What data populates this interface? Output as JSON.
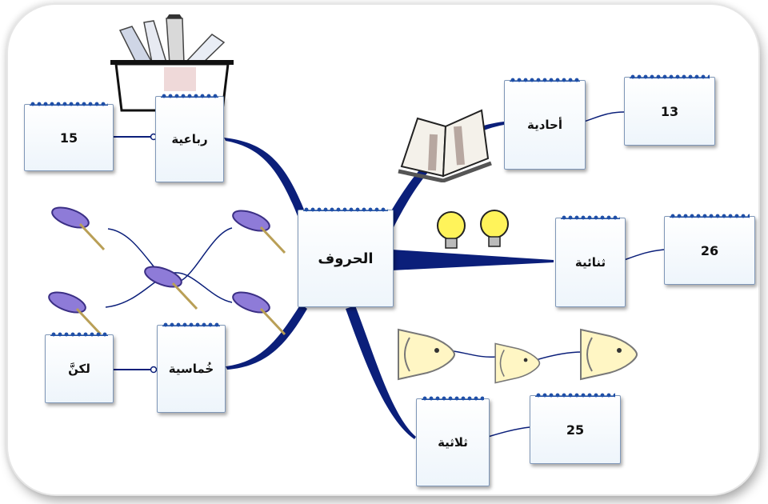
{
  "center": {
    "label": "الحروف"
  },
  "branches": {
    "top_left": {
      "label": "رباعية",
      "value": "15"
    },
    "bottom_left": {
      "label": "خُماسية",
      "value": "لكنَّ"
    },
    "top_right": {
      "label": "أحادية",
      "value": "13"
    },
    "mid_right": {
      "label": "ثنائية",
      "value": "26"
    },
    "bottom_right": {
      "label": "ثلاثية",
      "value": "25"
    }
  },
  "decorations": [
    "pencil-cup-icon",
    "open-book-icon",
    "light-bulb-icon",
    "push-pin-icon",
    "fish-icon"
  ],
  "colors": {
    "branch": "#0b1f7a",
    "card_border": "#7f97b8",
    "rings": "#1f4fa8"
  }
}
